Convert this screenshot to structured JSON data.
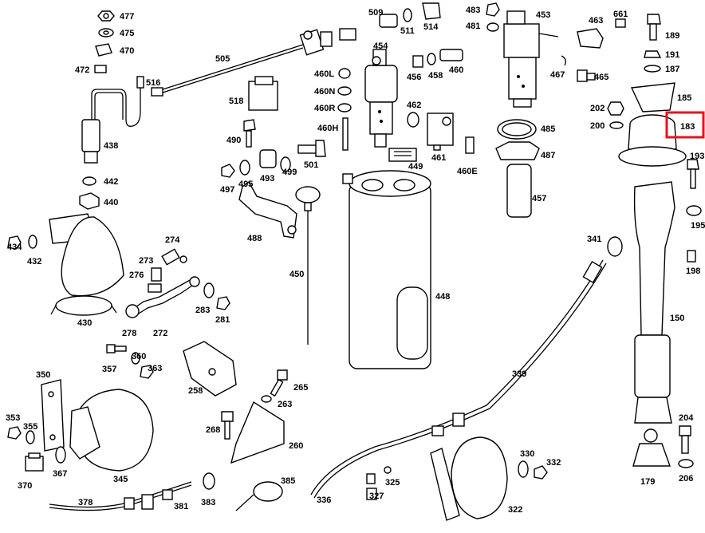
{
  "highlight": {
    "label": "183",
    "color": "#e3151d"
  },
  "callouts": [
    "477",
    "475",
    "470",
    "472",
    "509",
    "511",
    "514",
    "483",
    "481",
    "453",
    "463",
    "661",
    "189",
    "505",
    "454",
    "460L",
    "456",
    "458",
    "460",
    "191",
    "187",
    "467",
    "465",
    "516",
    "518",
    "460N",
    "460R",
    "185",
    "462",
    "202",
    "200",
    "183",
    "438",
    "490",
    "460H",
    "485",
    "460E",
    "449",
    "461",
    "193",
    "487",
    "442",
    "497",
    "495",
    "493",
    "499",
    "501",
    "440",
    "457",
    "195",
    "488",
    "274",
    "434",
    "432",
    "273",
    "276",
    "450",
    "341",
    "448",
    "198",
    "283",
    "281",
    "430",
    "278",
    "272",
    "150",
    "357",
    "360",
    "363",
    "350",
    "258",
    "265",
    "339",
    "353",
    "355",
    "263",
    "204",
    "268",
    "260",
    "330",
    "332",
    "370",
    "367",
    "345",
    "385",
    "325",
    "179",
    "206",
    "378",
    "381",
    "383",
    "336",
    "327",
    "322"
  ]
}
